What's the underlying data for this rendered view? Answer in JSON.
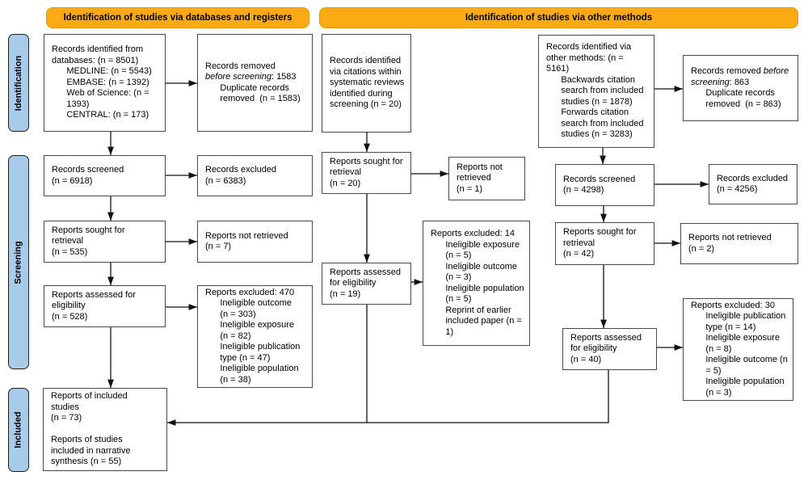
{
  "colors": {
    "banner_fill": "#FAAB13",
    "banner_border": "#E09A00",
    "sidebar_fill": "#A7CBE9",
    "box_border": "#4a4a4a",
    "line_color": "#111111"
  },
  "banners": {
    "databases": "Identification of studies via databases and registers",
    "other": "Identification of studies via other methods"
  },
  "sidebar": {
    "identification": "Identification",
    "screening": "Screening",
    "included": "Included"
  },
  "boxes": {
    "db_identified": {
      "text": "Records identified from\ndatabases: (n = 8501)\n      MEDLINE: (n = 5543)\n      EMBASE: (n = 1392)\n      Web of Science: (n =\n      1393)\n      CENTRAL: (n = 173)"
    },
    "db_removed": {
      "pre": "Records removed\n",
      "italic": "before screening",
      "post": ": 1583\n      Duplicate records\n      removed  (n = 1583)"
    },
    "db_screened": {
      "text": "Records screened\n(n = 6918)"
    },
    "db_excluded": {
      "text": "Records excluded\n(n = 6383)"
    },
    "db_sought": {
      "text": "Reports sought for\nretrieval\n(n = 535)"
    },
    "db_not_retrieved": {
      "text": "Reports not retrieved\n(n = 7)"
    },
    "db_assessed": {
      "text": "Reports assessed for\neligibility\n(n = 528)"
    },
    "db_reports_excluded": {
      "text": "Reports excluded: 470\n      Ineligible outcome\n      (n = 303)\n      Ineligible exposure\n      (n = 82)\n      Ineligible publication\n      type (n = 47)\n      Ineligible population\n      (n = 38)"
    },
    "included_reports": {
      "text": "Reports of included\nstudies\n(n = 73)\n\nReports of studies\nincluded in narrative\nsynthesis (n = 55)"
    },
    "cit_identified": {
      "text": "Records identified\nvia citations within\nsystematic reviews\nidentified during\nscreening (n = 20)"
    },
    "cit_sought": {
      "text": "Reports sought for\nretrieval\n(n = 20)"
    },
    "cit_not_retrieved": {
      "text": "Reports not\nretrieved\n(n = 1)"
    },
    "cit_excluded": {
      "text": "Reports excluded: 14\n      Ineligible exposure\n      (n = 5)\n      Ineligible outcome\n      (n = 3)\n      Ineligible population\n      (n = 5)\n      Reprint of earlier\n      included paper (n =\n      1)"
    },
    "cit_assessed": {
      "text": "Reports assessed\nfor eligibility\n(n = 19)"
    },
    "om_identified": {
      "text": "Records identified via\nother methods: (n =\n5161)\n      Backwards citation\n      search from included\n      studies (n = 1878)\n      Forwards citation\n      search from included\n      studies (n = 3283)"
    },
    "om_removed": {
      "pre": "Records removed ",
      "italic": "before\nscreening",
      "post": ": 863\n      Duplicate records\n      removed  (n = 863)"
    },
    "om_screened": {
      "text": "Records screened\n(n = 4298)"
    },
    "om_excluded": {
      "text": "Records excluded\n(n = 4256)"
    },
    "om_sought": {
      "text": "Reports sought for\nretrieval\n(n = 42)"
    },
    "om_not_retrieved": {
      "text": "Reports not retrieved\n(n = 2)"
    },
    "om_assessed": {
      "text": "Reports assessed\nfor eligibility\n(n = 40)"
    },
    "om_reports_excluded": {
      "text": "Reports excluded: 30\n      Ineligible publication\n      type (n = 14)\n      Ineligible exposure\n      (n = 8)\n      Ineligible outcome (n\n      = 5)\n      Ineligible population\n      (n = 3)"
    }
  }
}
